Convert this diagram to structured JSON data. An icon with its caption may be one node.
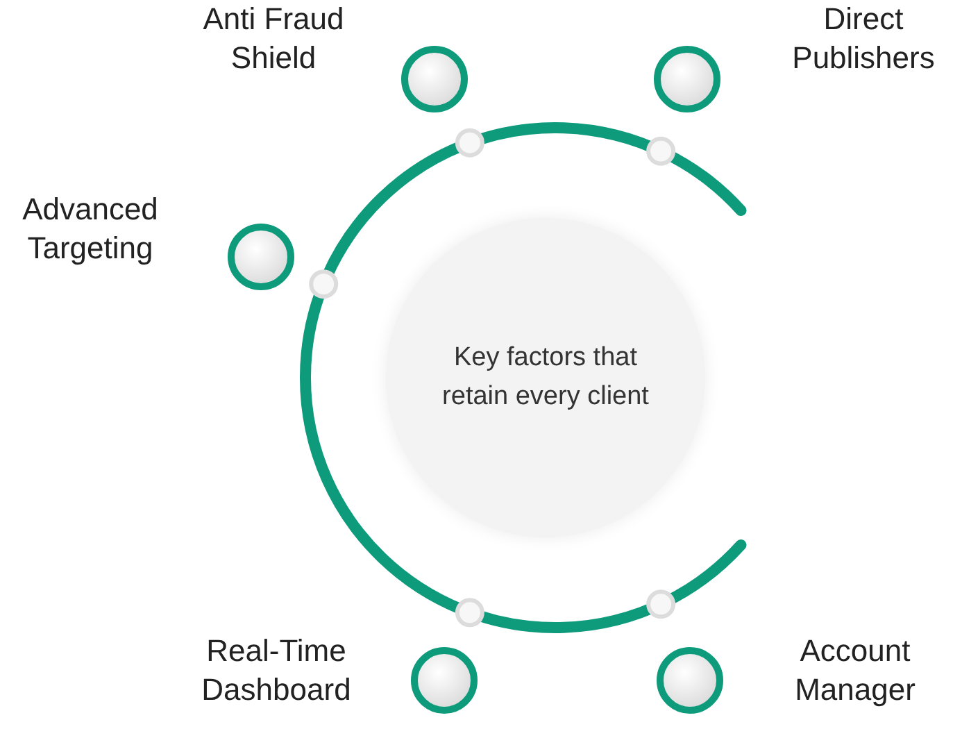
{
  "diagram": {
    "nodes": [
      {
        "text": [
          "Anti Fraud Shield"
        ]
      },
      {
        "text": [
          "Direct Publishers"
        ]
      },
      {
        "text": [
          "Advanced Targeting"
        ]
      },
      {
        "text": [
          "Key factors that retain every client"
        ]
      },
      {
        "text": [
          "Real-Time Dashboard"
        ]
      },
      {
        "text": [
          "Account Manager"
        ]
      }
    ]
  }
}
